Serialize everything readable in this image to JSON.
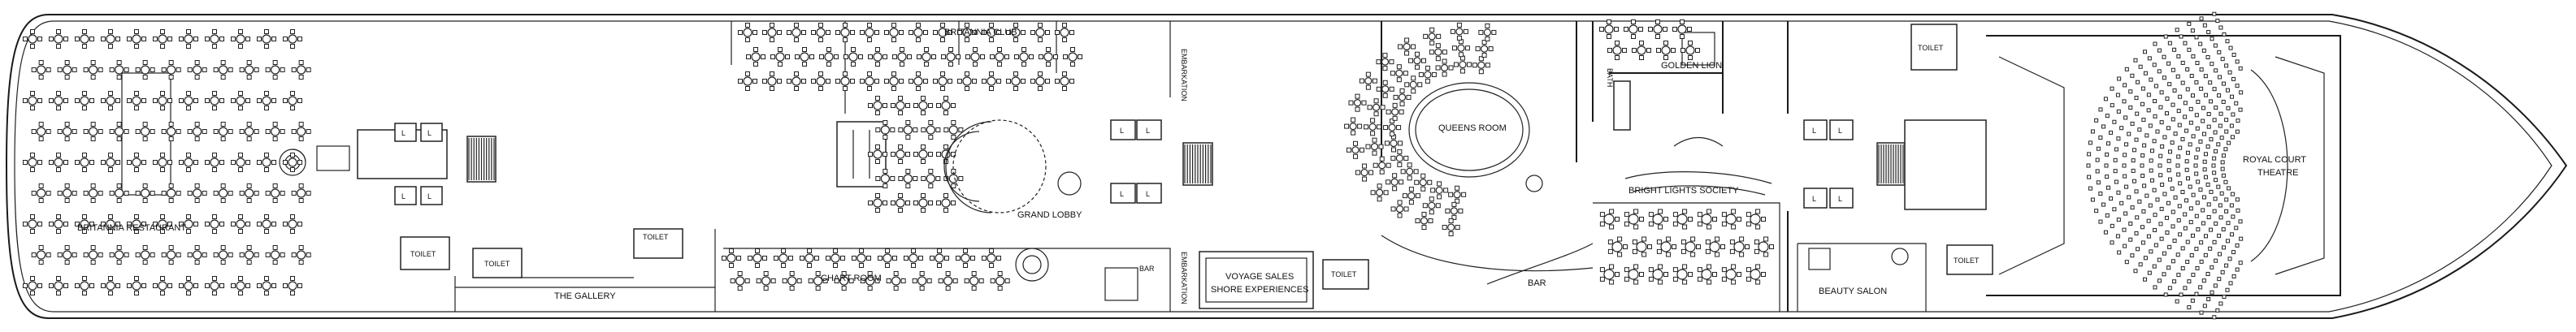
{
  "colors": {
    "line": "#1a1a1a",
    "background": "#ffffff"
  },
  "rooms": {
    "britannia_restaurant": "BRITANNIA RESTAURANT",
    "britannia_club": "BRITANNIA CLUB",
    "grand_lobby": "GRAND LOBBY",
    "chart_room": "CHART ROOM",
    "the_gallery": "THE GALLERY",
    "voyage_sales_line1": "VOYAGE SALES",
    "voyage_sales_line2": "SHORE EXPERIENCES",
    "queens_room": "QUEENS ROOM",
    "golden_lion": "GOLDEN LION",
    "bright_lights_society": "BRIGHT LIGHTS SOCIETY",
    "bar_queens": "BAR",
    "bar_chart": "BAR",
    "beauty_salon": "BEAUTY SALON",
    "royal_court_line1": "ROYAL COURT",
    "royal_court_line2": "THEATRE",
    "embarkation_1": "EMBARKATION",
    "embarkation_2": "EMBARKATION",
    "bath": "BATH",
    "toilet_1": "TOILET",
    "toilet_2": "TOILET",
    "toilet_3": "TOILET",
    "toilet_4": "TOILET",
    "toilet_5": "TOILET",
    "toilet_6": "TOILET",
    "lift": "L"
  }
}
